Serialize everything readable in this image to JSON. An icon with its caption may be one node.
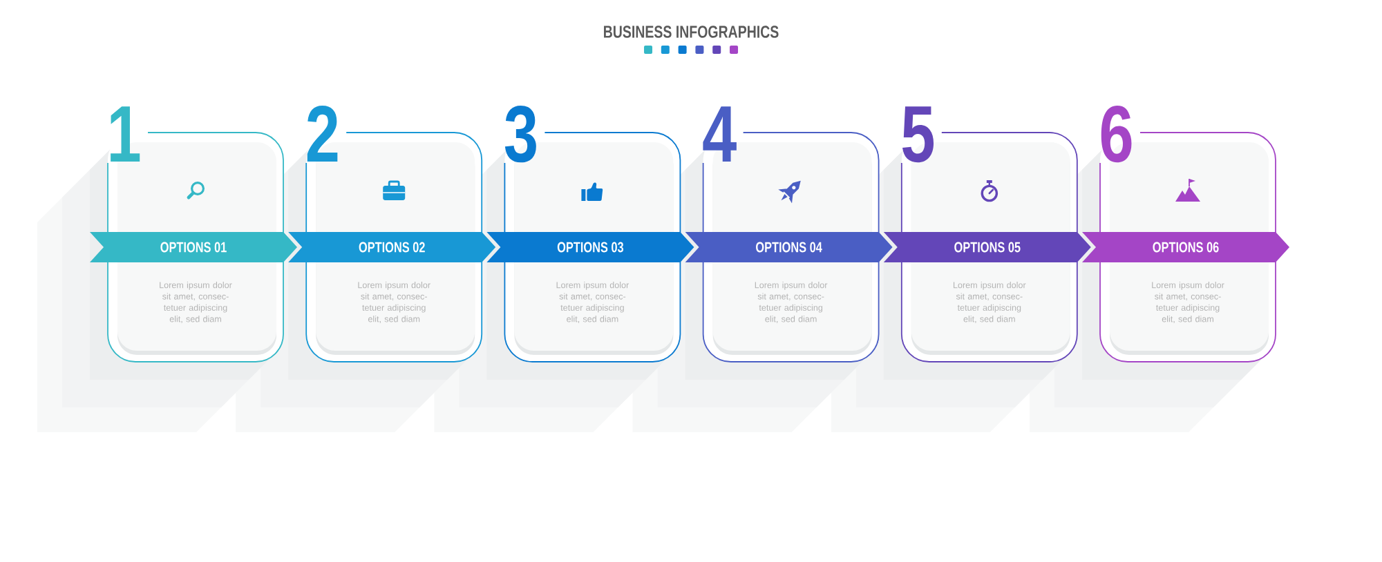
{
  "diagram": {
    "title": "BUSINESS INFOGRAPHICS",
    "nodes": [
      {
        "text": [
          "1",
          "Lorem ipsum dolor sit amet, consec- tetuer adipiscing elit, sed diam"
        ]
      },
      {
        "text": [
          "OPTIONS 01"
        ]
      },
      {
        "text": [
          "2",
          "Lorem ipsum dolor sit amet, consec- tetuer adipiscing elit, sed diam"
        ]
      },
      {
        "text": [
          "OPTIONS 02"
        ]
      },
      {
        "text": [
          "3",
          "Lorem ipsum dolor sit amet, consec- tetuer adipiscing elit, sed diam"
        ]
      },
      {
        "text": [
          "OPTIONS 03"
        ]
      },
      {
        "text": [
          "4",
          "Lorem ipsum dolor sit amet, consec- tetuer adipiscing elit, sed diam"
        ]
      },
      {
        "text": [
          "OPTIONS 04"
        ]
      },
      {
        "text": [
          "5",
          "Lorem ipsum dolor sit amet, consec- tetuer adipiscing elit, sed diam"
        ]
      },
      {
        "text": [
          "OPTIONS 05"
        ]
      },
      {
        "text": [
          "6",
          "Lorem ipsum dolor sit amet, consec- tetuer adipiscing elit, sed diam"
        ]
      },
      {
        "text": [
          "OPTIONS 06"
        ]
      }
    ]
  }
}
